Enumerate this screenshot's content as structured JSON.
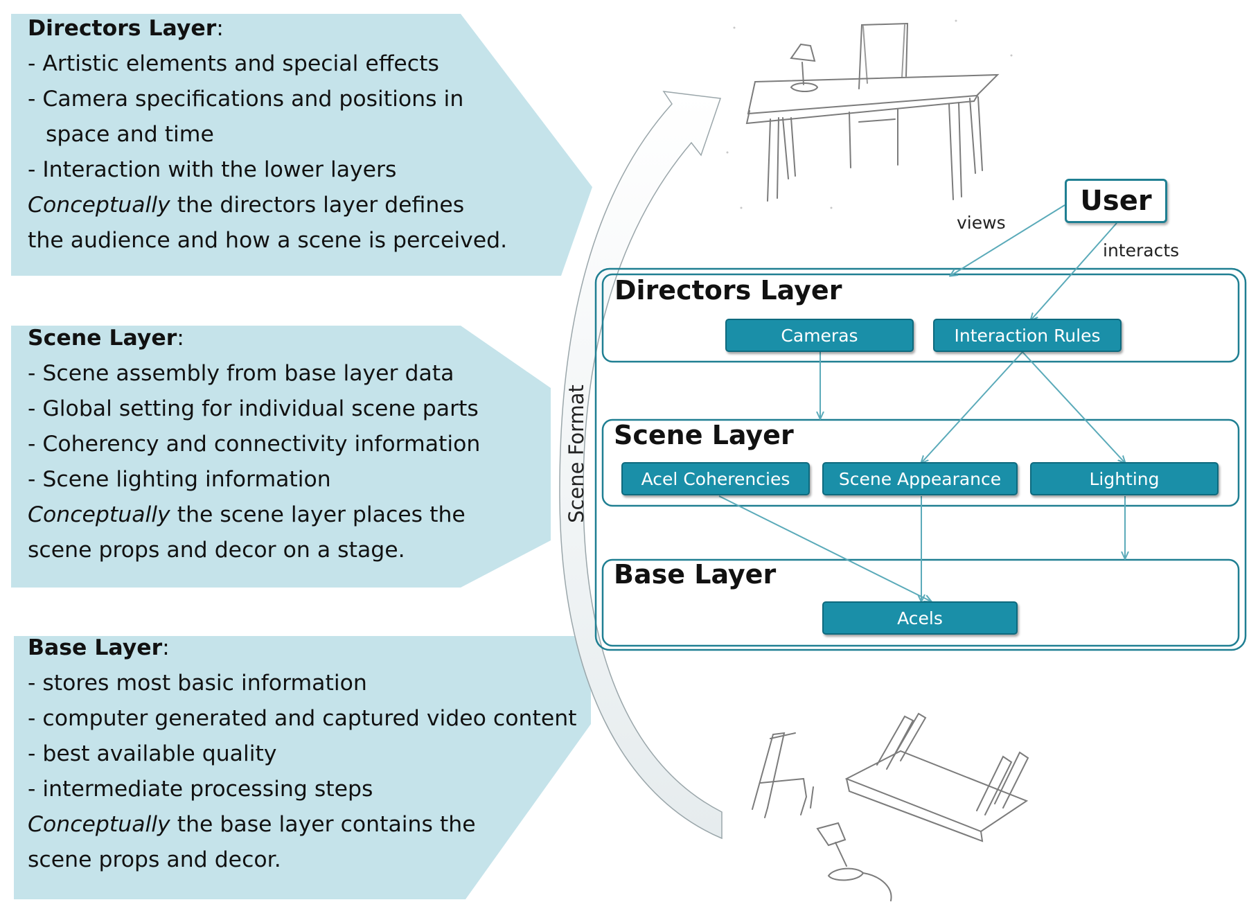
{
  "panels": {
    "directors": {
      "title": "Directors Layer",
      "colon": ":",
      "bullets": [
        "- Artistic elements and special effects",
        "- Camera specifications and positions in",
        "space and time",
        "- Interaction with the lower layers"
      ],
      "concept_em": "Conceptually",
      "concept_rest_1": " the directors layer defines",
      "concept_rest_2": "the audience and how a scene is perceived."
    },
    "scene": {
      "title": "Scene Layer",
      "colon": ":",
      "bullets": [
        "- Scene assembly from base layer data",
        "- Global setting for individual scene parts",
        "- Coherency and connectivity information",
        "- Scene lighting information"
      ],
      "concept_em": "Conceptually",
      "concept_rest_1": " the scene layer places the",
      "concept_rest_2": "scene props  and decor on a stage."
    },
    "base": {
      "title": "Base Layer",
      "colon": ":",
      "bullets": [
        "- stores most basic information",
        "- computer generated and captured video content",
        "- best available quality",
        "- intermediate processing steps"
      ],
      "concept_em": "Conceptually",
      "concept_rest_1": " the base layer contains the",
      "concept_rest_2": "scene props and decor."
    }
  },
  "arrow_label": "Scene Format",
  "diagram": {
    "user": "User",
    "edge_views": "views",
    "edge_interacts": "interacts",
    "directors": {
      "title": "Directors Layer",
      "cameras": "Cameras",
      "interaction_rules": "Interaction Rules"
    },
    "scene": {
      "title": "Scene Layer",
      "acel_coherencies": "Acel Coherencies",
      "scene_appearance": "Scene Appearance",
      "lighting": "Lighting"
    },
    "base": {
      "title": "Base Layer",
      "acels": "Acels"
    }
  },
  "colors": {
    "panel_fill": "#c5e3ea",
    "chip_fill": "#1a8fa8",
    "layer_border": "#1f7f92",
    "connector": "#5aaab9"
  }
}
